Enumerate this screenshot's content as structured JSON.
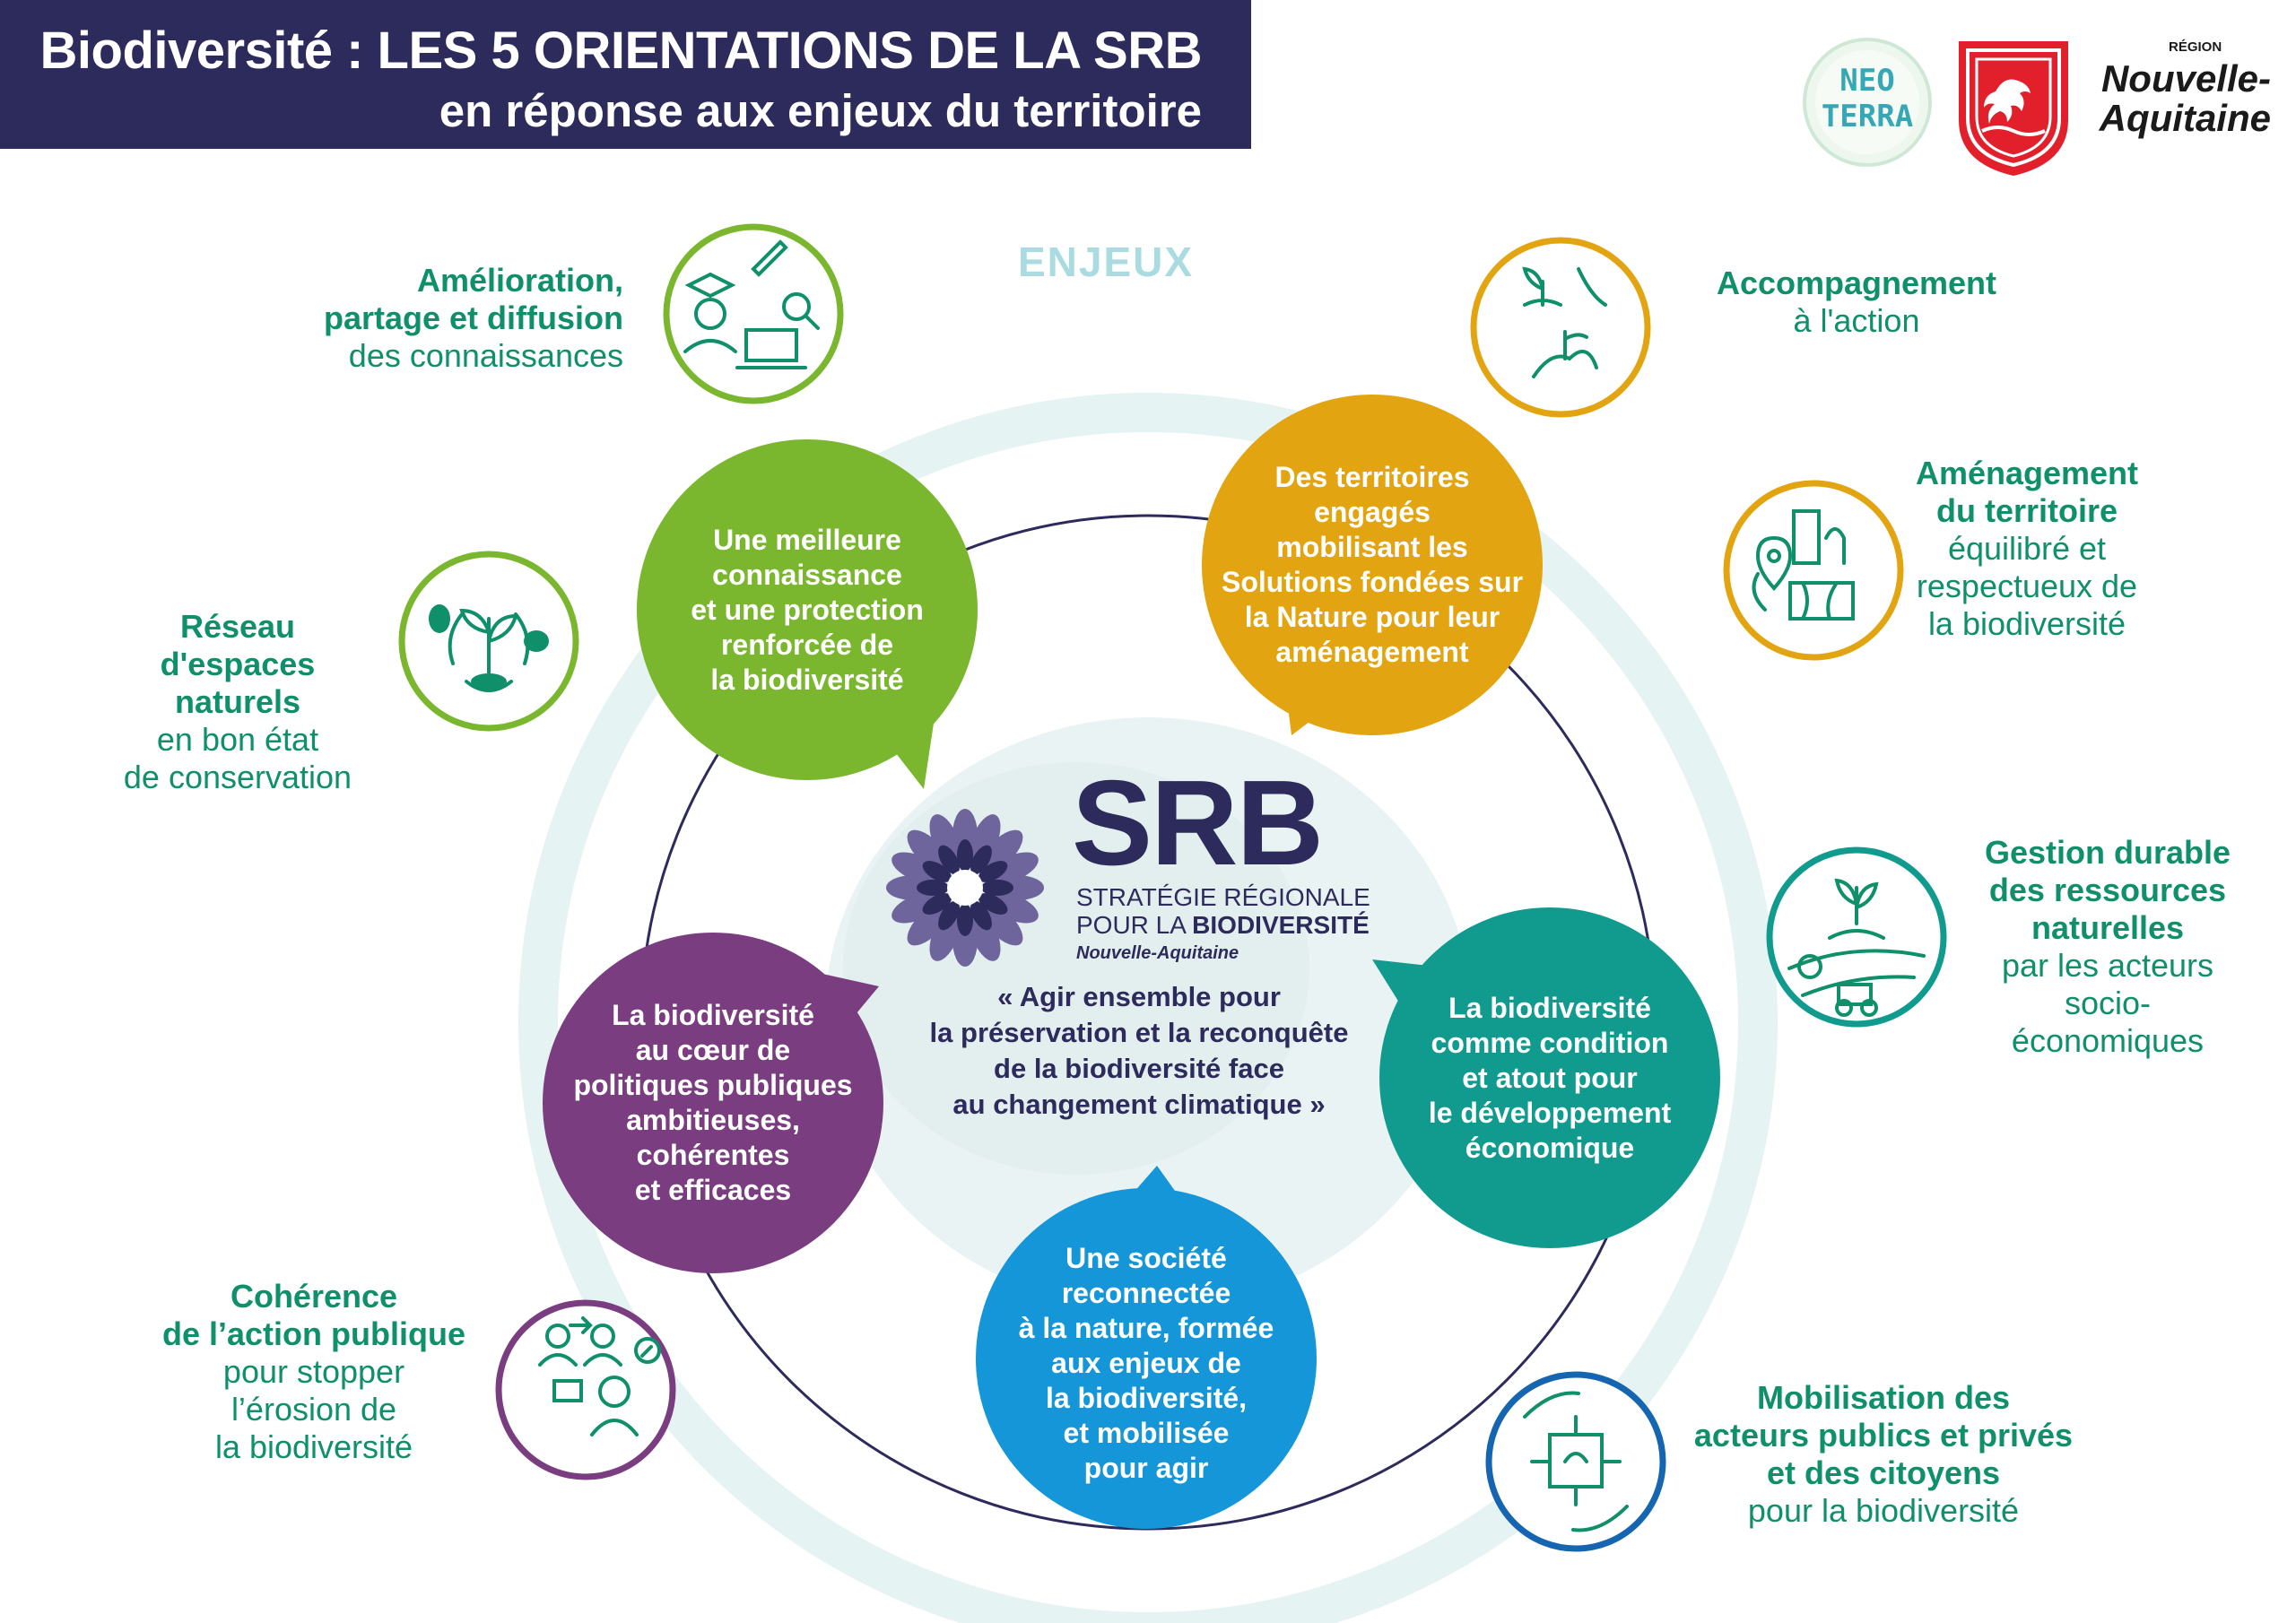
{
  "header": {
    "title_line1": "Biodiversité : LES 5 ORIENTATIONS DE LA SRB",
    "title_line2": "en réponse aux enjeux du territoire"
  },
  "logos": {
    "neoterra_line1": "NEO",
    "neoterra_line2": "TERRA",
    "region_small": "RÉGION",
    "region_line1": "Nouvelle-",
    "region_line2": "Aquitaine"
  },
  "ring_label": "ENJEUX",
  "srb": {
    "acronym": "SRB",
    "line1": "STRATÉGIE RÉGIONALE",
    "line2_prefix": "POUR LA ",
    "line2_bold": "BIODIVERSITÉ",
    "region": "Nouvelle-Aquitaine",
    "quote_lines": [
      "« Agir ensemble pour",
      "la préservation et la reconquête",
      "de la biodiversité face",
      "au changement climatique »"
    ]
  },
  "orientations": [
    {
      "color": "#7ab72f",
      "lines": [
        "Une meilleure",
        "connaissance",
        "et une protection",
        "renforcée de",
        "la biodiversité"
      ]
    },
    {
      "color": "#e3a412",
      "lines": [
        "Des territoires",
        "engagés",
        "mobilisant les",
        "Solutions fondées sur",
        "la Nature pour leur",
        "aménagement"
      ]
    },
    {
      "color": "#119b8f",
      "lines": [
        "La biodiversité",
        "comme condition",
        "et atout pour",
        "le développement",
        "économique"
      ]
    },
    {
      "color": "#1596d8",
      "lines": [
        "Une société",
        "reconnectée",
        "à la nature, formée",
        "aux enjeux de",
        "la biodiversité,",
        "et mobilisée",
        "pour agir"
      ]
    },
    {
      "color": "#7a3d7f",
      "lines": [
        "La biodiversité",
        "au cœur de",
        "politiques publiques",
        "ambitieuses,",
        "cohérentes",
        "et efficaces"
      ]
    }
  ],
  "enjeux": [
    {
      "bold": [
        "Amélioration,",
        "partage et diffusion"
      ],
      "normal": [
        "des connaissances"
      ],
      "icon": "graduate-research-icon",
      "color": "#7ab72f"
    },
    {
      "bold": [
        "Réseau",
        "d'espaces",
        "naturels"
      ],
      "normal": [
        "en bon état",
        "de conservation"
      ],
      "icon": "ecosystem-network-icon",
      "color": "#7ab72f"
    },
    {
      "bold": [
        "Cohérence",
        "de l’action publique"
      ],
      "normal": [
        "pour stopper",
        "l’érosion de",
        "la biodiversité"
      ],
      "icon": "public-dialogue-icon",
      "color": "#7a3d7f"
    },
    {
      "bold": [
        "Accompagnement"
      ],
      "normal": [
        "à l'action"
      ],
      "icon": "hands-plant-icon",
      "color": "#e3a412"
    },
    {
      "bold": [
        "Aménagement",
        "du territoire"
      ],
      "normal": [
        "équilibré et",
        "respectueux de",
        "la biodiversité"
      ],
      "icon": "territory-planning-icon",
      "color": "#e3a412"
    },
    {
      "bold": [
        "Gestion durable",
        "des ressources",
        "naturelles"
      ],
      "normal": [
        "par les acteurs",
        "socio-",
        "économiques"
      ],
      "icon": "farm-tractor-icon",
      "color": "#119b8f"
    },
    {
      "bold": [
        "Mobilisation des",
        "acteurs publics et privés",
        "et des citoyens"
      ],
      "normal": [
        "pour la biodiversité"
      ],
      "icon": "joined-hands-icon",
      "color": "#1565b0"
    }
  ]
}
